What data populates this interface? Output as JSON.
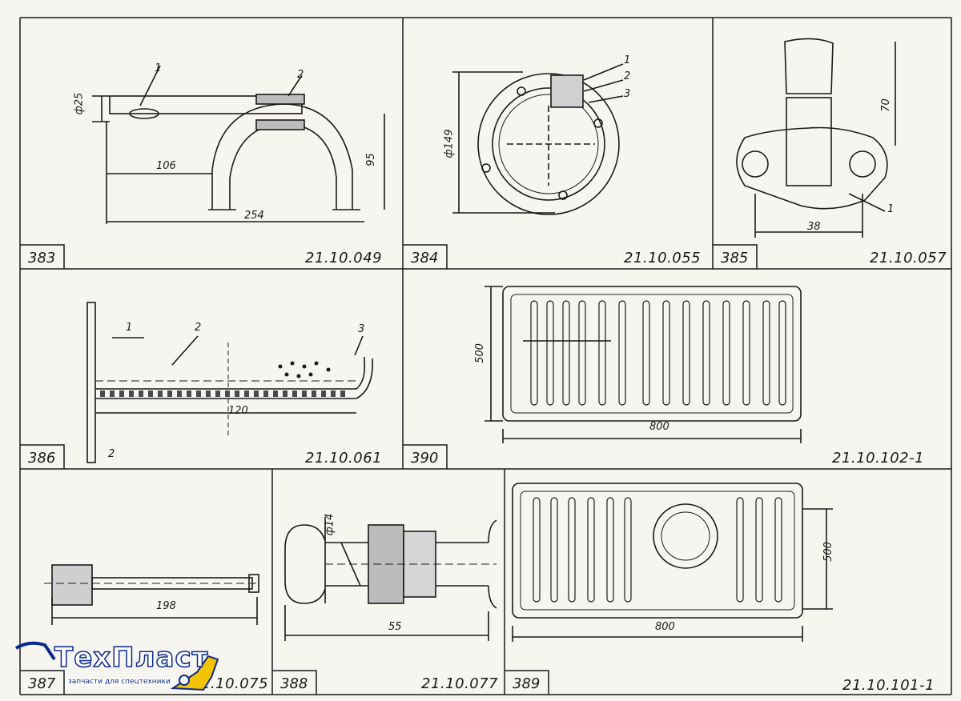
{
  "cells": [
    {
      "id": "383",
      "number": "383",
      "code": "21.10.049",
      "dims": {
        "d1": "ф25",
        "d2": "106",
        "d3": "254",
        "d4": "95"
      },
      "leaders": [
        "1",
        "2"
      ]
    },
    {
      "id": "384",
      "number": "384",
      "code": "21.10.055",
      "dims": {
        "d1": "ф149"
      },
      "leaders": [
        "1",
        "2",
        "3"
      ]
    },
    {
      "id": "385",
      "number": "385",
      "code": "21.10.057",
      "dims": {
        "d1": "70",
        "d2": "38"
      },
      "leaders": [
        "1"
      ]
    },
    {
      "id": "386",
      "number": "386",
      "code": "21.10.061",
      "dims": {
        "d1": "120",
        "d2": "2"
      },
      "leaders": [
        "1",
        "2",
        "3"
      ]
    },
    {
      "id": "390",
      "number": "390",
      "code": "21.10.102-1",
      "dims": {
        "d1": "500",
        "d2": "800"
      }
    },
    {
      "id": "387",
      "number": "387",
      "code": "21.10.075",
      "dims": {
        "d1": "198"
      }
    },
    {
      "id": "388",
      "number": "388",
      "code": "21.10.077",
      "dims": {
        "d1": "ф14",
        "d2": "55"
      }
    },
    {
      "id": "389",
      "number": "389",
      "code": "21.10.101-1",
      "dims": {
        "d1": "500",
        "d2": "800"
      }
    }
  ],
  "watermark": {
    "brand": "ТехПласт",
    "tagline": "запчасти для спецтехники",
    "colors": {
      "stroke": "#0b2a8a",
      "accent": "#f5c400"
    }
  }
}
